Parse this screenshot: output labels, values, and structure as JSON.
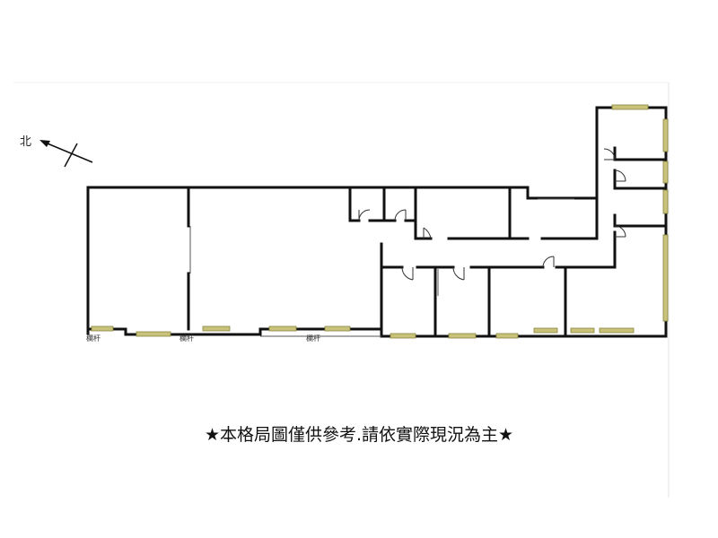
{
  "compass": {
    "label": "北",
    "icon": "north-arrow-icon"
  },
  "rail_labels": [
    "欄杆",
    "欄杆",
    "欄杆"
  ],
  "caption": "★本格局圖僅供參考.請依實際現況為主★",
  "colors": {
    "wall": "#111111",
    "window": "#c9c27a",
    "background": "#ffffff"
  }
}
